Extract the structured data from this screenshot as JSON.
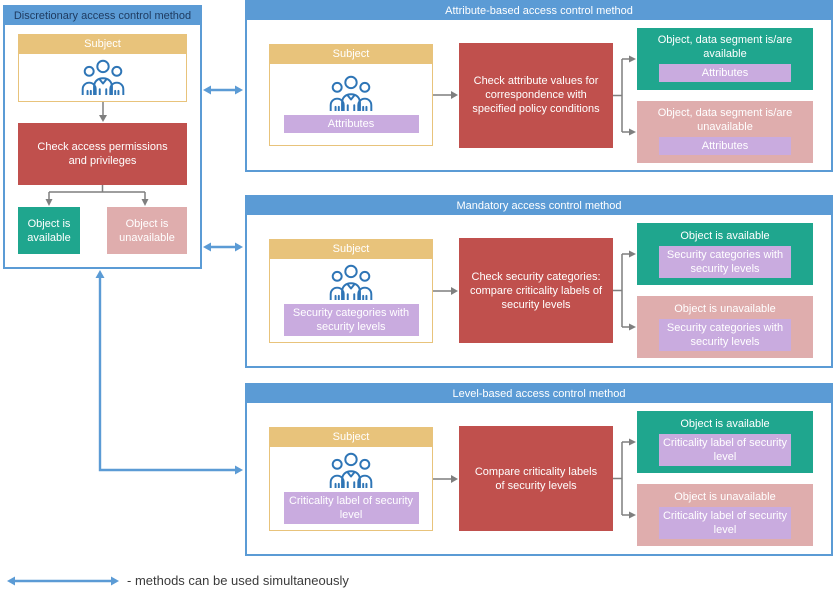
{
  "colors": {
    "panel_blue": "#5B9BD5",
    "discretionary_title_text": "#1E3A5F",
    "subject_tan": "#E8C37B",
    "check_red": "#C0504D",
    "available_green": "#1FA68E",
    "unavailable_pink": "#DFADAD",
    "tag_purple": "#C9ABDF",
    "flow_arrow_gray": "#7F7F7F",
    "people_icon_blue": "#2E75B6"
  },
  "legend": {
    "text": "- methods can be used simultaneously"
  },
  "panels": {
    "discretionary": {
      "title": "Discretionary access control method",
      "subject_title": "Subject",
      "check_text": "Check access permissions and privileges",
      "available_title": "Object is available",
      "unavailable_title": "Object is unavailable"
    },
    "attribute": {
      "title": "Attribute-based access control method",
      "subject_title": "Subject",
      "subject_tag": "Attributes",
      "check_text": "Check attribute values for correspondence with specified policy conditions",
      "available_title": "Object, data segment is/are available",
      "available_tag": "Attributes",
      "unavailable_title": "Object, data segment is/are unavailable",
      "unavailable_tag": "Attributes"
    },
    "mandatory": {
      "title": "Mandatory access control method",
      "subject_title": "Subject",
      "subject_tag": "Security categories with security levels",
      "check_text": "Check security categories: compare criticality labels of security levels",
      "available_title": "Object is available",
      "available_tag": "Security categories with security levels",
      "unavailable_title": "Object is unavailable",
      "unavailable_tag": "Security categories with security levels"
    },
    "level": {
      "title": "Level-based access control method",
      "subject_title": "Subject",
      "subject_tag": "Criticality label of security level",
      "check_text": "Compare criticality labels of security levels",
      "available_title": "Object is available",
      "available_tag": "Criticality label of security level",
      "unavailable_title": "Object is unavailable",
      "unavailable_tag": "Criticality label of security level"
    }
  }
}
